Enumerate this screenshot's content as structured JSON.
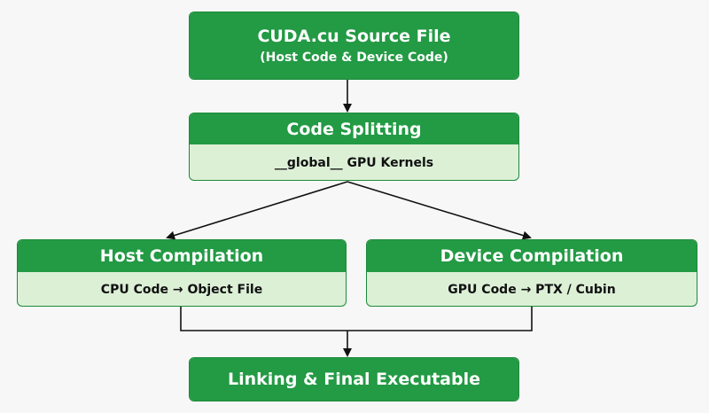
{
  "nodes": {
    "source": {
      "title": "CUDA.cu Source File",
      "subtitle": "(Host Code & Device Code)"
    },
    "splitting": {
      "title": "Code Splitting",
      "detail": "__global__ GPU Kernels"
    },
    "host": {
      "title": "Host Compilation",
      "detail": "CPU Code → Object File"
    },
    "device": {
      "title": "Device Compilation",
      "detail": "GPU Code → PTX / Cubin"
    },
    "linking": {
      "title": "Linking & Final Executable"
    }
  },
  "colors": {
    "header_green": "#239a44",
    "body_green": "#dcf0d6",
    "border_green": "#1e8a3c",
    "connector": "#111111",
    "background": "#f6f7f6"
  }
}
